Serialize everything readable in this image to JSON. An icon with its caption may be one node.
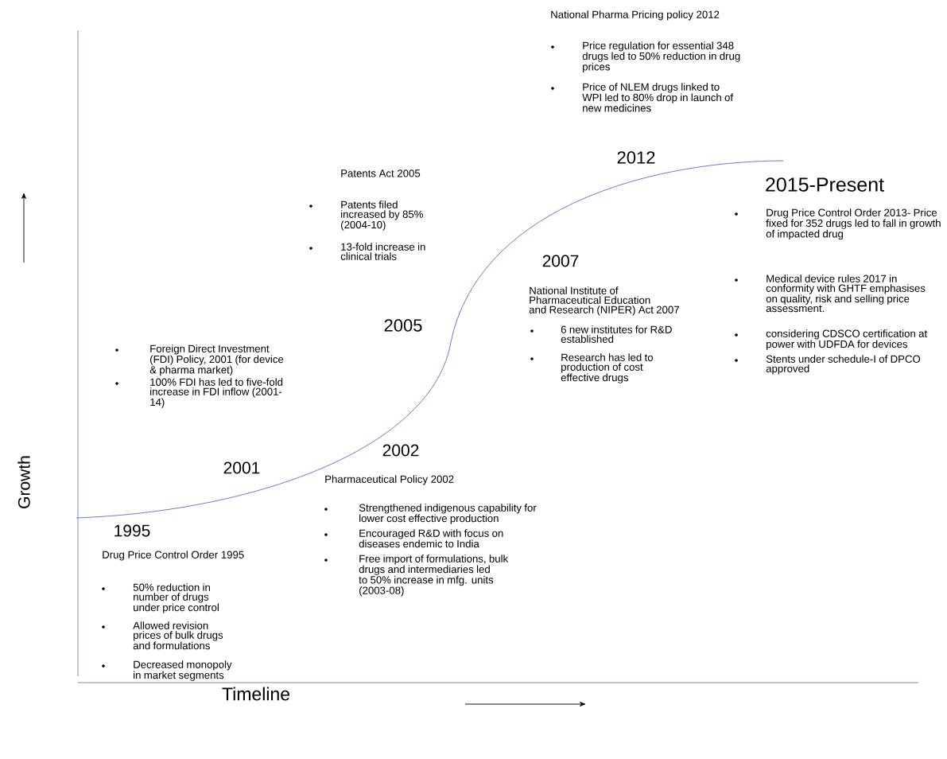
{
  "diagram": {
    "labels": [
      "National Pharma Pricing policy 2012",
      "Price regulation for essential 348 drugs led to 50% reduction in drug prices",
      "Price of NLEM drugs linked to WPI led to 80% drop in launch of new medicines",
      "2012",
      "Patents Act 2005",
      "2015-Present",
      "Patents filed increased by 85% (2004-10)",
      "Drug Price Control Order 2013- Price fixed for 352 drugs led to fall in growth of impacted drug",
      "13-fold increase in clinical trials",
      "2007",
      "National Institute of Pharmaceutical Education and Research (NIPER) Act 2007",
      "Medical device rules 2017 in conformity with GHTF emphasises on quality, risk and selling price assessment.",
      "considering CDSCO certification at power with UDFDA for devices",
      "Stents under schedule-I of DPCO approved",
      "2005",
      "Foreign Direct Investment (FDI) Policy, 2001 (for device & pharma market)",
      "6 new institutes for R&D established",
      "Research has led to production of cost effective drugs",
      "100% FDI has led to five-fold increase in FDI inflow (2001-14)",
      "Growth",
      "2002",
      "2001",
      "Pharmaceutical Policy 2002",
      "Strengthened indigenous capability for lower cost effective production",
      "1995",
      "Encouraged R&D with focus on diseases endemic to India",
      "Drug Price Control Order 1995",
      "Free import of formulations, bulk drugs and intermediaries led to 50% increase in mfg. units (2003-08)",
      "50% reduction in number of drugs under price control",
      "Allowed revision prices of bulk drugs and formulations",
      "Decreased monopoly in market segments",
      "Timeline"
    ]
  }
}
